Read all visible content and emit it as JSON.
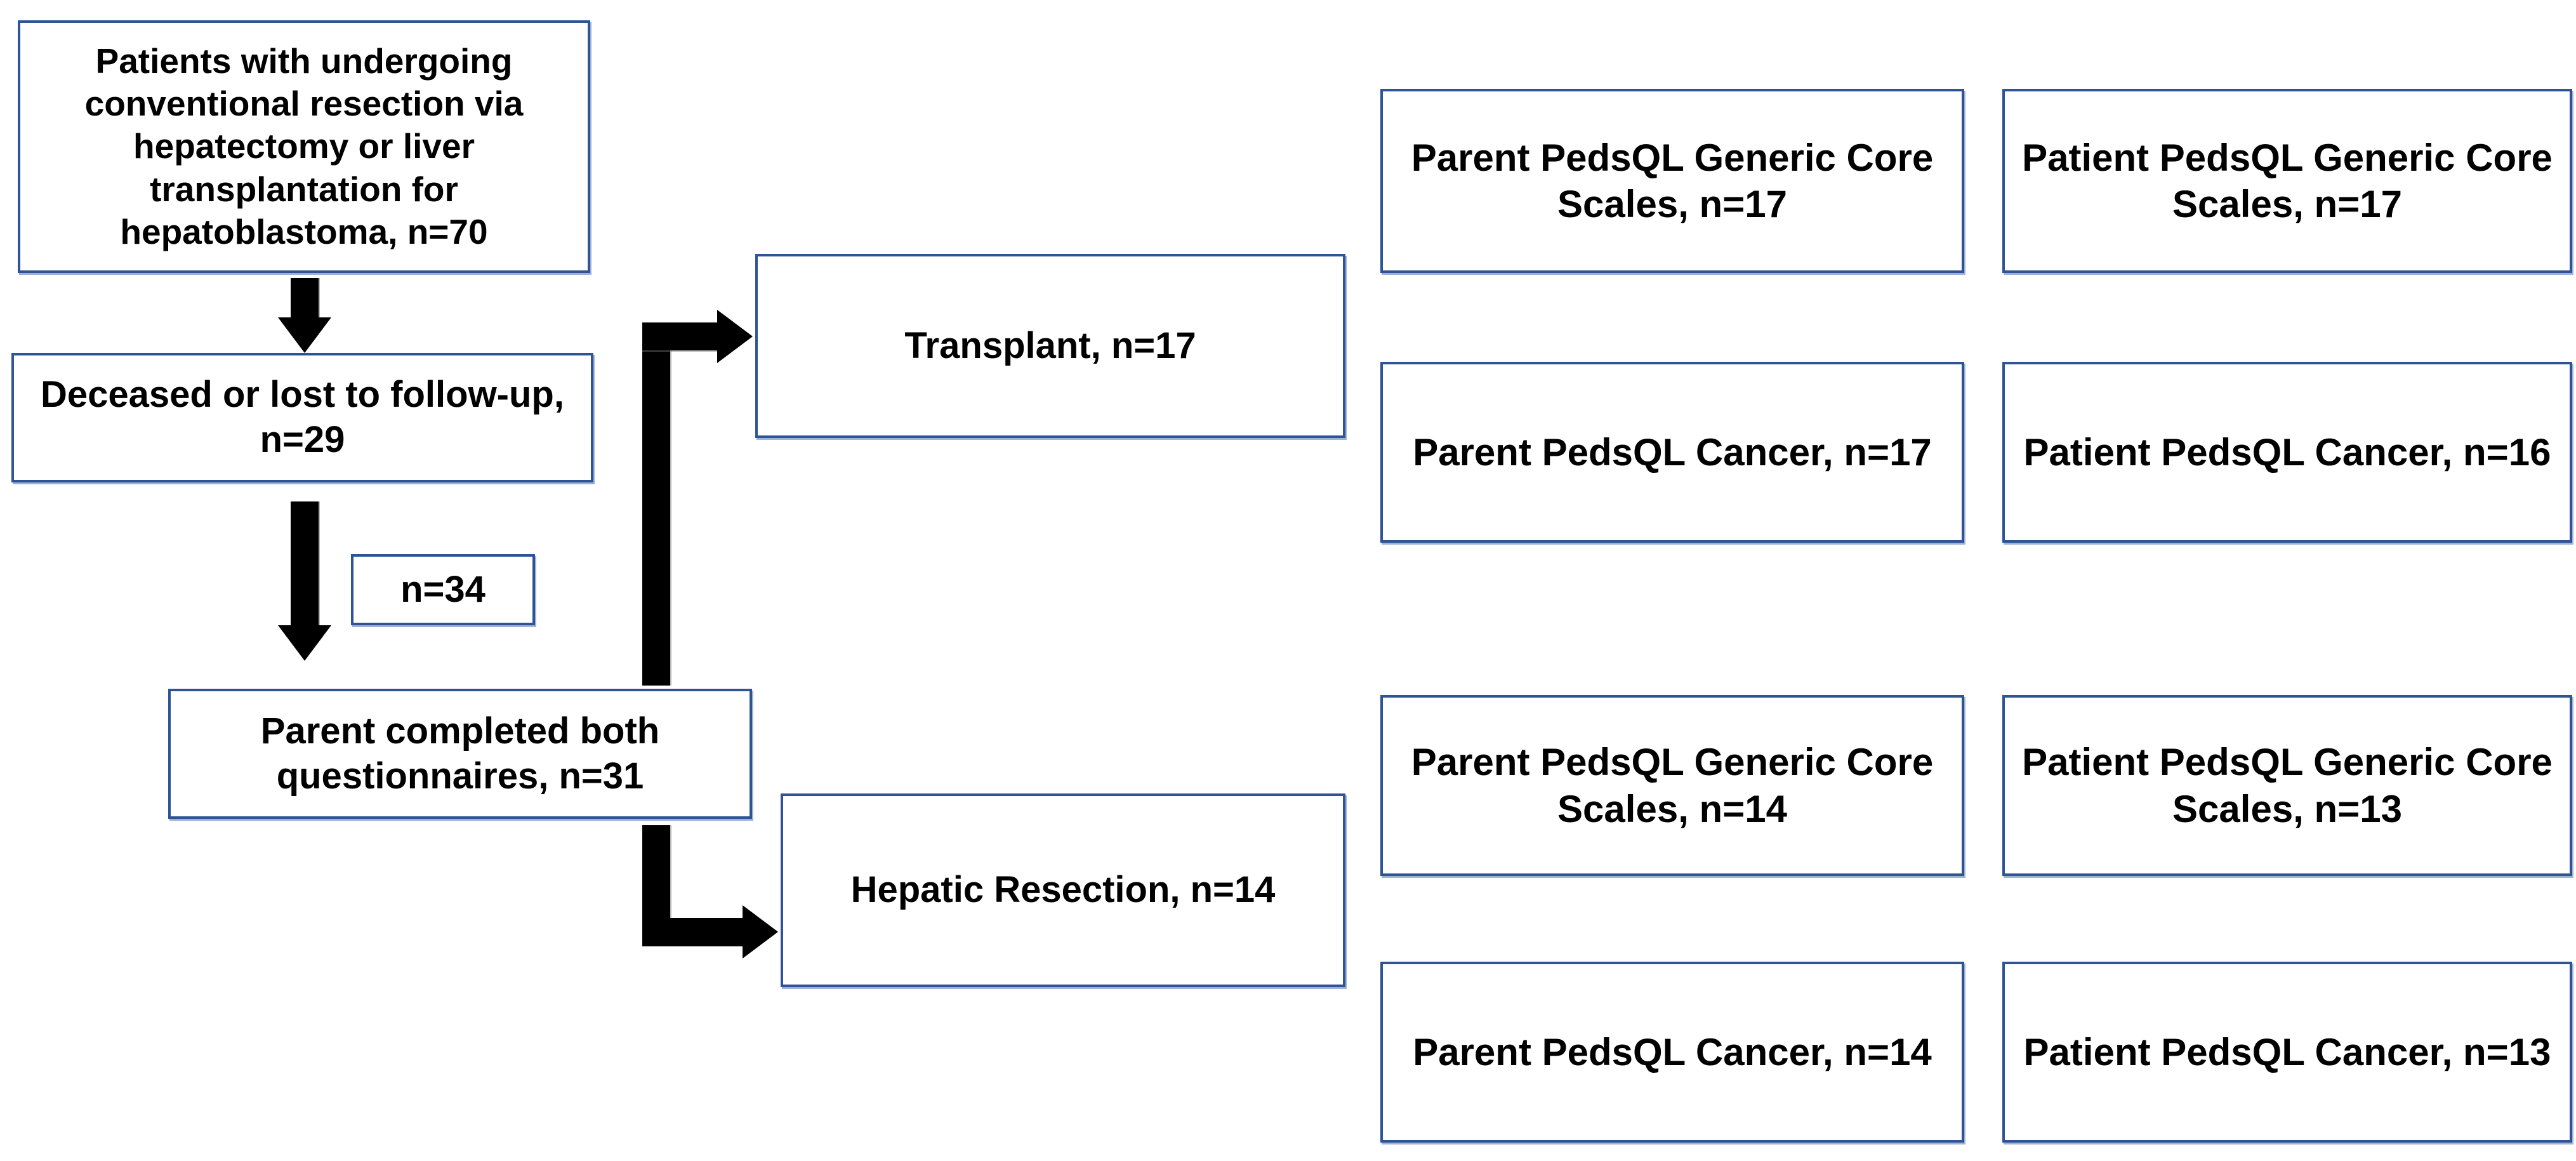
{
  "diagram": {
    "title": "Hepatoblastoma PedsQL study participant flow diagram",
    "accent_color": "#2E5496",
    "arrow_color": "#000000",
    "background_color": "#FFFFFF"
  },
  "nodes": {
    "cohort": {
      "label": "Patients with undergoing conventional resection via hepatectomy or liver transplantation for hepatoblastoma, n=70",
      "n": 70
    },
    "excluded": {
      "label": "Deceased or lost to follow-up, n=29",
      "n": 29
    },
    "remaining": {
      "label": "n=34",
      "n": 34
    },
    "completed": {
      "label": "Parent completed both questionnaires, n=31",
      "n": 31
    },
    "transplant": {
      "label": "Transplant, n=17",
      "n": 17
    },
    "hepatic_resection": {
      "label": "Hepatic Resection, n=14",
      "n": 14
    }
  },
  "outcomes": {
    "transplant_branch": [
      {
        "label": "Parent PedsQL Generic Core Scales, n=17",
        "n": 17,
        "respondent": "Parent",
        "instrument": "PedsQL Generic Core Scales"
      },
      {
        "label": "Patient PedsQL Generic Core Scales, n=17",
        "n": 17,
        "respondent": "Patient",
        "instrument": "PedsQL Generic Core Scales"
      },
      {
        "label": "Parent PedsQL Cancer, n=17",
        "n": 17,
        "respondent": "Parent",
        "instrument": "PedsQL Cancer"
      },
      {
        "label": "Patient PedsQL Cancer, n=16",
        "n": 16,
        "respondent": "Patient",
        "instrument": "PedsQL Cancer"
      }
    ],
    "resection_branch": [
      {
        "label": "Parent PedsQL Generic Core Scales, n=14",
        "n": 14,
        "respondent": "Parent",
        "instrument": "PedsQL Generic Core Scales"
      },
      {
        "label": "Patient PedsQL Generic Core Scales, n=13",
        "n": 13,
        "respondent": "Patient",
        "instrument": "PedsQL Generic Core Scales"
      },
      {
        "label": "Parent PedsQL Cancer, n=14",
        "n": 14,
        "respondent": "Parent",
        "instrument": "PedsQL Cancer"
      },
      {
        "label": "Patient PedsQL Cancer, n=13",
        "n": 13,
        "respondent": "Patient",
        "instrument": "PedsQL Cancer"
      }
    ]
  },
  "connectors": [
    {
      "name": "cohort-to-excluded",
      "type": "arrow-down"
    },
    {
      "name": "excluded-to-completed",
      "type": "arrow-down"
    },
    {
      "name": "completed-to-transplant",
      "type": "elbow-arrow-right-up"
    },
    {
      "name": "completed-to-hepatic-resection",
      "type": "elbow-arrow-right-down"
    }
  ]
}
